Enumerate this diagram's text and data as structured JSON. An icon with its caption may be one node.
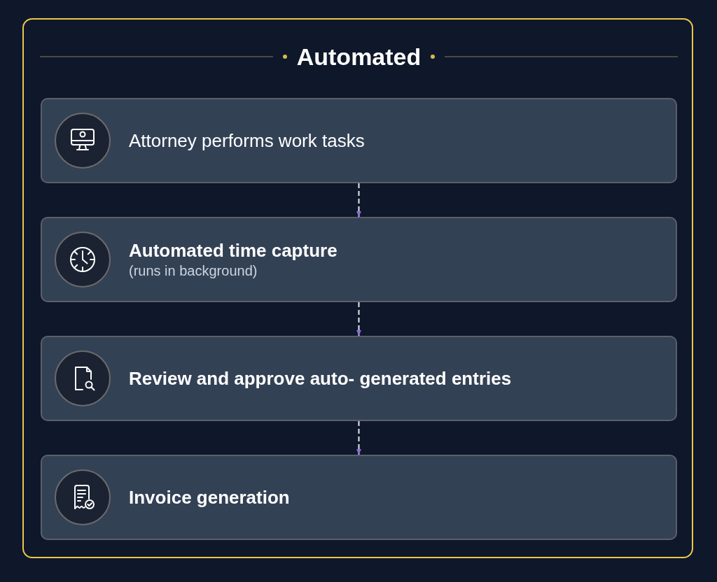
{
  "diagram": {
    "nodes": [
      {
        "text": [
          "Automated"
        ]
      },
      {
        "text": [
          "Attorney performs work tasks"
        ],
        "in": 0
      },
      {
        "text": [
          "Automated time capture",
          "(runs in background)"
        ],
        "in": 0
      },
      {
        "text": [
          "Review and approve auto- generated entries"
        ],
        "in": 0
      },
      {
        "text": [
          "Invoice generation"
        ],
        "in": 0
      }
    ],
    "edges": [
      {
        "from": 1,
        "to": 2,
        "arrow": "to",
        "style": "dashed"
      },
      {
        "from": 2,
        "to": 3,
        "arrow": "to",
        "style": "dashed"
      },
      {
        "from": 3,
        "to": 4,
        "arrow": "to",
        "style": "dashed"
      }
    ]
  }
}
